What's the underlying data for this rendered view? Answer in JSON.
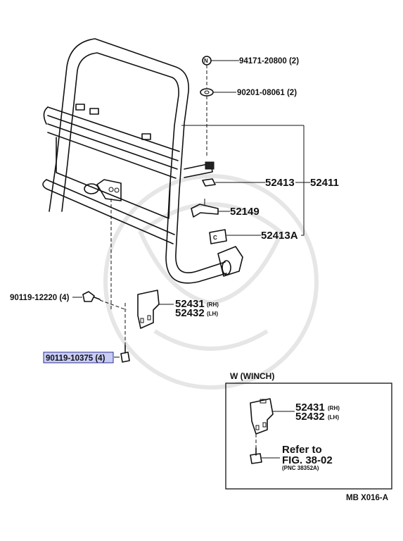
{
  "callouts": {
    "nut": "94171-20800 (2)",
    "nut_symbol": "N",
    "washer": "90201-08061 (2)",
    "bracket_a": "52413",
    "guard_assy": "52411",
    "plate": "52149",
    "bracket_b": "52413A",
    "bolt_side": "90119-12220 (4)",
    "bolt_bottom": "90119-10375 (4)",
    "bracket_rh": "52431",
    "bracket_rh_side": "(RH)",
    "bracket_lh": "52432",
    "bracket_lh_side": "(LH)"
  },
  "inset": {
    "title": "W (WINCH)",
    "bracket_rh": "52431",
    "bracket_rh_side": "(RH)",
    "bracket_lh": "52432",
    "bracket_lh_side": "(LH)",
    "refer_line1": "Refer to",
    "refer_line2": "FIG. 38-02",
    "pnc": "(PNC 38352A)"
  },
  "figure_code": "MB X016-A",
  "colors": {
    "line": "#111111",
    "highlight": "#c9cdf5",
    "highlight_border": "#2b2f8f",
    "watermark": "#e6e6e6"
  }
}
